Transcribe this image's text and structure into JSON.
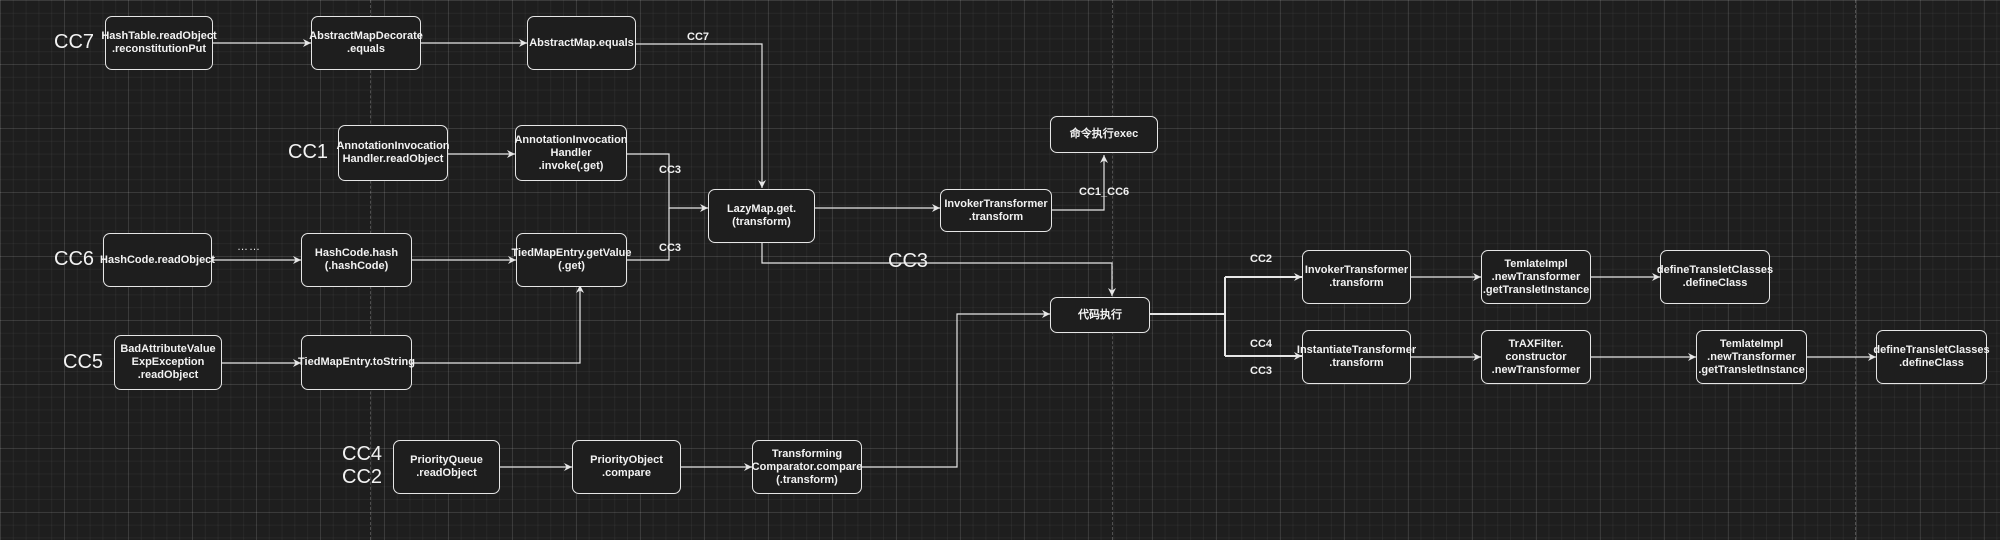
{
  "nodes": {
    "hashtable_readobject": "HashTable.readObject\n.reconstitutionPut",
    "abstractmapdecorate_equals": "AbstractMapDecorate\n.equals",
    "abstractmap_equals": "AbstractMap.equals",
    "annotation_readobject": "AnnotationInvocation\nHandler.readObject",
    "annotation_invoke": "AnnotationInvocation\nHandler\n.invoke(.get)",
    "cmd_exec": "命令执行exec",
    "lazymap_get": "LazyMap.get.\n(transform)",
    "invokertransformer_1": "InvokerTransformer\n.transform",
    "hashcode_readobject": "HashCode.readObject",
    "hashcode_hash": "HashCode.hash\n(.hashCode)",
    "tiedmapentry_getvalue": "TiedMapEntry.getValue\n(.get)",
    "code_exec": "代码执行",
    "invokertransformer_2": "InvokerTransformer\n.transform",
    "templateimpl_1": "TemlateImpl\n.newTransformer\n.getTransletInstance",
    "defineclass_1": "defineTransletClasses\n.defineClass",
    "badattribute_readobject": "BadAttributeValue\nExpException\n.readObject",
    "tiedmapentry_tostring": "TiedMapEntry.toString",
    "instantiatetransformer": "InstantiateTransformer\n.transform",
    "traxfilter": "TrAXFilter.\nconstructor\n.newTransformer",
    "templateimpl_2": "TemlateImpl\n.newTransformer\n.getTransletInstance",
    "defineclass_2": "defineTransletClasses\n.defineClass",
    "priorityqueue_readobject": "PriorityQueue\n.readObject",
    "priorityobject_compare": "PriorityObject\n.compare",
    "transforming_comparator": "Transforming\nComparator.compare\n(.transform)"
  },
  "labels": {
    "cc7_left": "CC7",
    "cc7_edge": "CC7",
    "cc1_left": "CC1",
    "cc3_edge_top": "CC3",
    "cc1_cc6_edge": "CC1_CC6",
    "cc6_left": "CC6",
    "ellipsis": "……",
    "cc3_edge_bottom": "CC3",
    "cc3_big": "CC3",
    "cc2_branch": "CC2",
    "cc4_branch": "CC4",
    "cc3_branch": "CC3",
    "cc5_left": "CC5",
    "cc4_left": "CC4",
    "cc2_left": "CC2"
  },
  "colors": {
    "background": "#1e1e1e",
    "stroke": "#e6e6e6",
    "text": "#f2f2f2"
  }
}
